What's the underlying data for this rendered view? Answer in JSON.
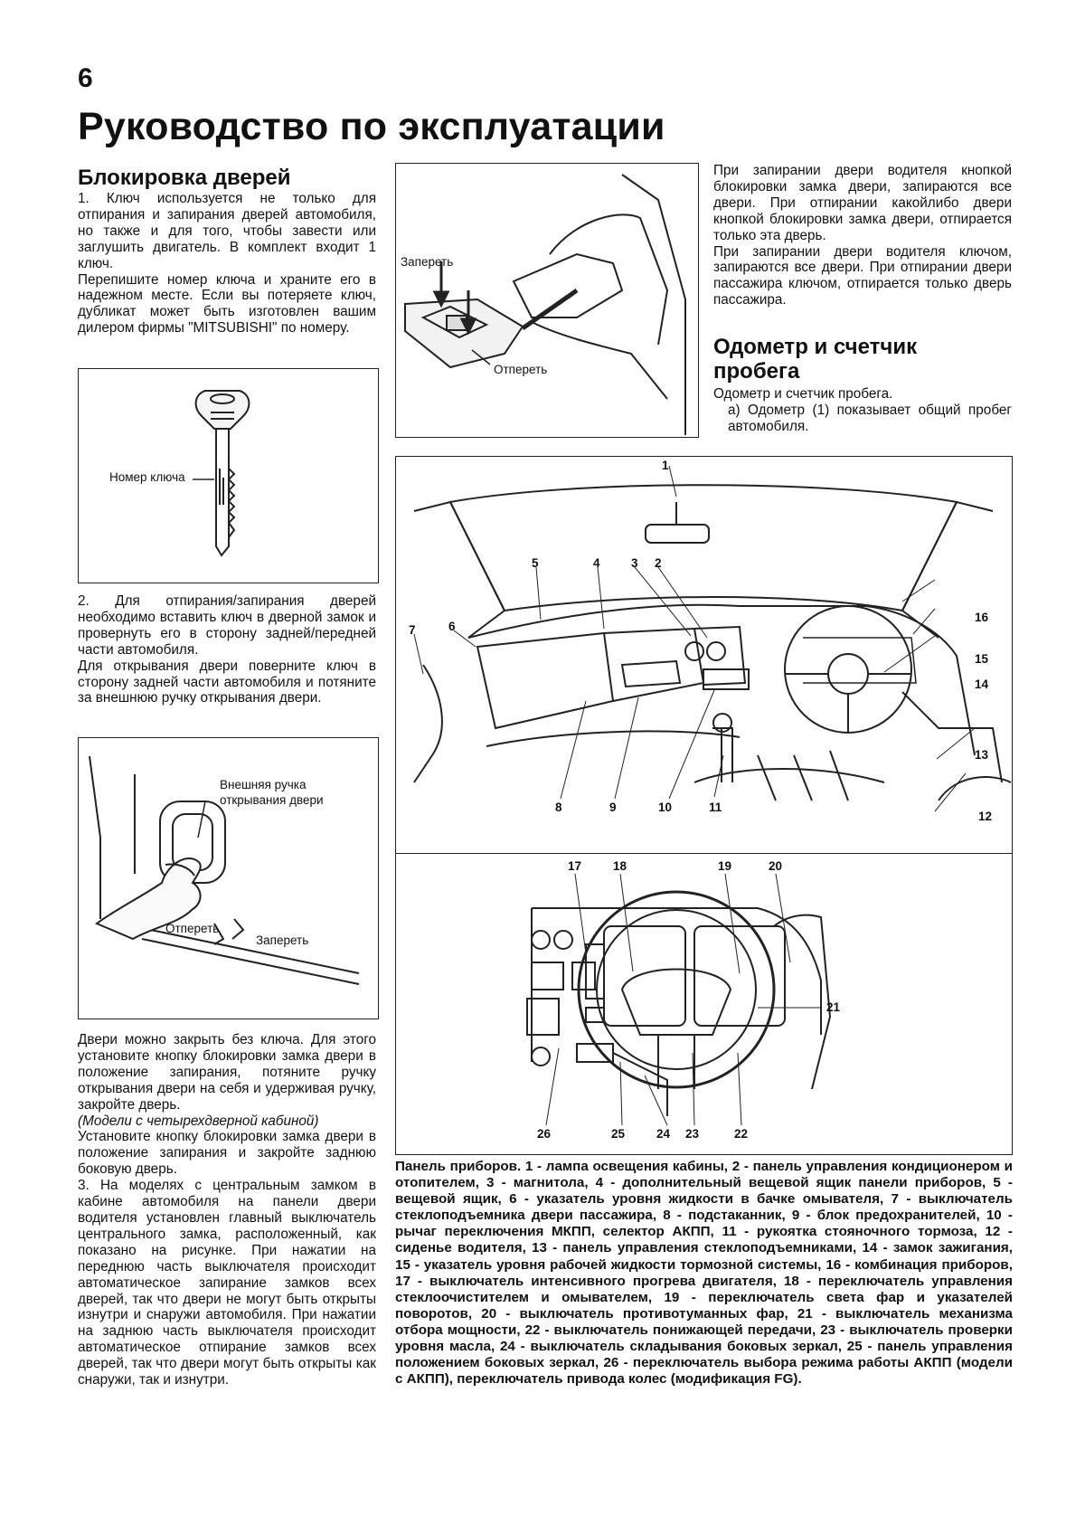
{
  "page_number": "6",
  "title": "Руководство по эксплуатации",
  "door_lock": {
    "heading": "Блокировка дверей",
    "para1": [
      "1. Ключ используется не только для отпирания и запирания дверей автомобиля, но также и для того, чтобы завести или заглушить двигатель. В комплект входит 1 ключ.",
      "Перепишите номер ключа и храните его в надежном месте. Если вы потеряете ключ, дубликат может быть изготовлен вашим дилером фирмы \"MITSUBISHI\" по номеру."
    ],
    "key_figure_label": "Номер ключа",
    "para2": [
      "2. Для отпирания/запирания дверей необходимо вставить ключ в дверной замок и провернуть его в сторону задней/передней части автомобиля.",
      "Для открывания двери поверните ключ в сторону задней части автомобиля и потяните за внешнюю ручку открывания двери."
    ],
    "handle_figure": {
      "handle_label_1": "Внешняя ручка",
      "handle_label_2": "открывания двери",
      "unlock_label": "Отпереть",
      "lock_label": "Запереть"
    },
    "para3": [
      "Двери можно закрыть без ключа. Для этого установите кнопку блокировки замка двери в положение запирания, потяните ручку открывания двери на себя и удерживая ручку, закройте дверь."
    ],
    "four_door_note": "(Модели с четырехдверной кабиной)",
    "para4": [
      "Установите кнопку блокировки замка двери в положение запирания и закройте заднюю боковую дверь.",
      "3. На моделях с центральным замком в кабине автомобиля на панели двери водителя установлен главный выключатель центрального замка, расположенный, как показано на рисунке. При нажатии на переднюю часть выключателя происходит автоматическое запирание замков всех дверей, так что двери не могут быть открыты изнутри и снаружи автомобиля. При нажатии на заднюю часть выключателя происходит автоматическое отпирание замков всех дверей, так что двери могут быть открыты как снаружи, так и изнутри."
    ],
    "door_figure": {
      "lock_label": "Запереть",
      "unlock_label": "Отпереть"
    },
    "right_text": [
      "При запирании двери водителя кнопкой блокировки замка двери, запираются все двери. При отпирании какойлибо двери кнопкой блокировки замка двери, отпирается только эта дверь.",
      "При запирании двери водителя ключом, запираются все двери. При отпирании двери пассажира ключом, отпирается только дверь пассажира."
    ]
  },
  "odometer": {
    "heading": "Одометр и счетчик пробега",
    "intro": "Одометр и счетчик пробега.",
    "item_a": "а) Одометр (1) показывает общий пробег автомобиля."
  },
  "dashboard_figure": {
    "callouts": [
      "1",
      "2",
      "3",
      "4",
      "5",
      "6",
      "7",
      "8",
      "9",
      "10",
      "11",
      "12",
      "13",
      "14",
      "15",
      "16"
    ]
  },
  "cluster_figure": {
    "callouts": [
      "17",
      "18",
      "19",
      "20",
      "21",
      "22",
      "23",
      "24",
      "25",
      "26"
    ]
  },
  "caption": "Панель приборов. 1 - лампа освещения кабины, 2 - панель управления кондиционером и отопителем, 3 - магнитола, 4 - дополнительный вещевой ящик панели приборов, 5 - вещевой ящик, 6 - указатель уровня жидкости в бачке омывателя, 7 - выключатель стеклоподъемника двери пассажира, 8 - подстаканник, 9 - блок предохранителей, 10 - рычаг переключения МКПП, селектор АКПП, 11 - рукоятка стояночного тормоза, 12 - сиденье водителя, 13 - панель управления стеклоподъемниками, 14 - замок зажигания, 15 - указатель уровня рабочей жидкости тормозной системы, 16 - комбинация приборов, 17 - выключатель интенсивного прогрева двигателя, 18 - переключатель управления стеклоочистителем и омывателем, 19 - переключатель света фар и указателей поворотов, 20 - выключатель противотуманных фар, 21 - выключатель механизма отбора мощности, 22 - выключатель понижающей передачи, 23 - выключатель проверки уровня масла, 24 - выключатель складывания боковых зеркал, 25 - панель управления положением боковых зеркал, 26 - переключатель выбора режима работы АКПП (модели с АКПП), переключатель привода колес (модификация FG)."
}
